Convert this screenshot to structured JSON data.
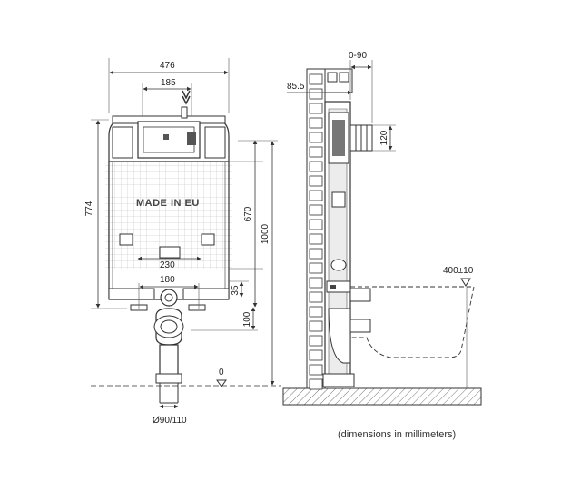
{
  "front_view": {
    "width_total": "476",
    "width_top": "185",
    "height_frame": "774",
    "height_670": "670",
    "height_1000": "1000",
    "width_230": "230",
    "width_180": "180",
    "dim_35": "35",
    "dim_100": "100",
    "zero_level": "0",
    "pipe_diameter": "Ø90/110",
    "label": "MADE IN EU"
  },
  "side_view": {
    "depth_range": "0-90",
    "offset": "85.5",
    "pipe_height": "120",
    "bowl_height": "400±10"
  },
  "footnote": "(dimensions in millimeters)",
  "colors": {
    "line": "#3a3a3a",
    "hatch": "#8a8a8a",
    "grid": "#c9c9c9"
  }
}
